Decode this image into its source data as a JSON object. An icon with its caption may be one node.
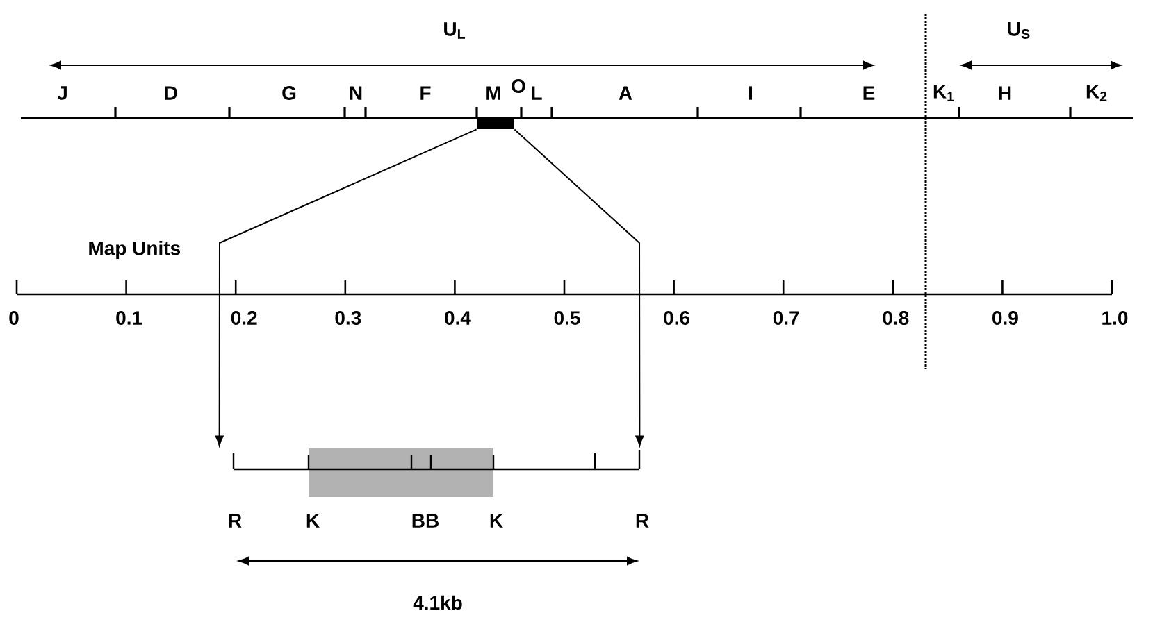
{
  "diagram": {
    "nodes": [
      {
        "text": [],
        "shape": "bar"
      },
      {
        "text": [],
        "shape": "line",
        "beside": [
          "R",
          "K",
          "BB",
          "K",
          "R"
        ]
      }
    ],
    "edges": [
      {
        "from": 0,
        "to": 1,
        "arrow": "to"
      },
      {
        "from": 0,
        "to": 1,
        "arrow": "to"
      }
    ],
    "labels": [
      "U$_{L}$",
      "U$_{S}$",
      "J",
      "D",
      "G",
      "N",
      "F",
      "M",
      "O",
      "L",
      "A",
      "I",
      "E",
      "K$_{1}$",
      "H",
      "K$_{2}$",
      "Map Units",
      "0",
      "0.1",
      "0.2",
      "0.3",
      "0.4",
      "0.5",
      "0.6",
      "0.7",
      "0.8",
      "0.9",
      "1.0",
      "4.1kb"
    ]
  }
}
